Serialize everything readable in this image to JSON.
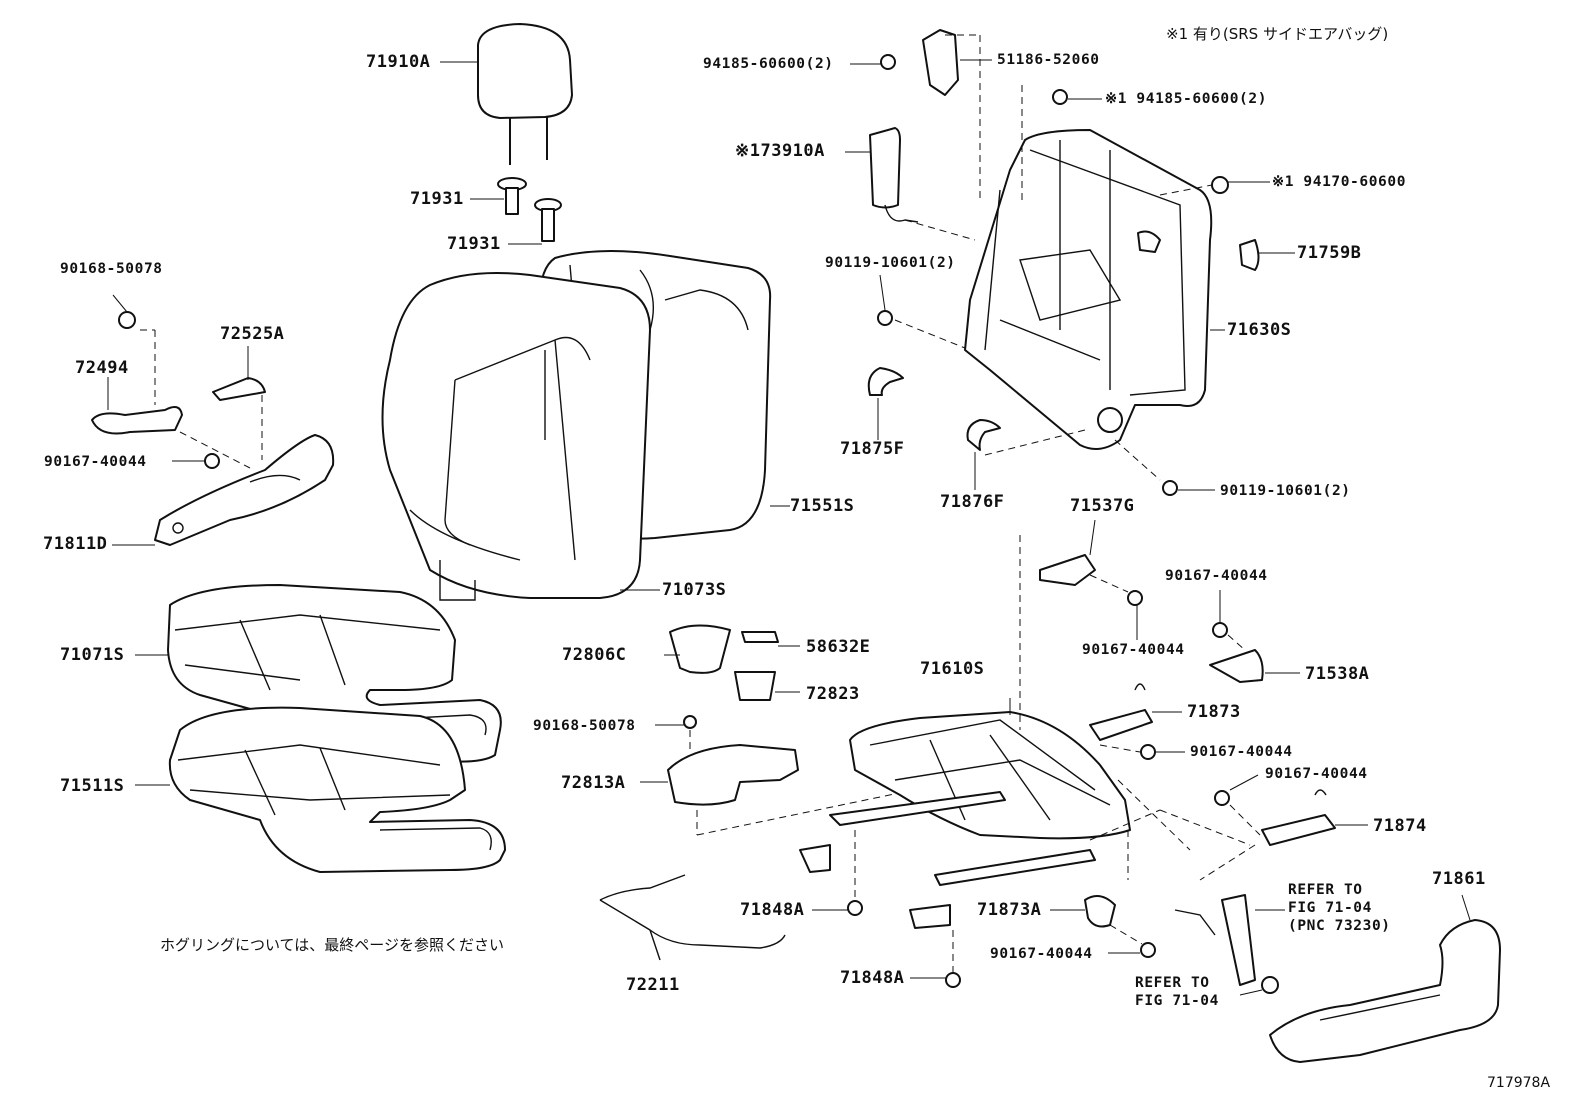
{
  "note_top": "※1 有り(SRS サイドエアバッグ)",
  "note_bottom": "ホグリングについては、最終ページを参照ください",
  "figure_id": "717978A",
  "labels": {
    "p71910A": "71910A",
    "p71931a": "71931",
    "p71931b": "71931",
    "p90168_50078a": "90168-50078",
    "p72525A": "72525A",
    "p72494": "72494",
    "p90167_40044a": "90167-40044",
    "p71811D": "71811D",
    "p71071S": "71071S",
    "p71511S": "71511S",
    "p71551S": "71551S",
    "p71073S": "71073S",
    "p94185_60600a": "94185-60600(2)",
    "p51186_52060": "51186-52060",
    "p94185_60600b": "※1 94185-60600(2)",
    "p73910A": "※173910A",
    "p94170_60600": "※1 94170-60600",
    "p90119_10601a": "90119-10601(2)",
    "p71759B": "71759B",
    "p71630S": "71630S",
    "p71875F": "71875F",
    "p71876F": "71876F",
    "p90119_10601b": "90119-10601(2)",
    "p71537G": "71537G",
    "p90167_40044b": "90167-40044",
    "p90167_40044c": "90167-40044",
    "p71538A": "71538A",
    "p72806C": "72806C",
    "p58632E": "58632E",
    "p72823": "72823",
    "p90168_50078b": "90168-50078",
    "p72813A": "72813A",
    "p71610S": "71610S",
    "p71873": "71873",
    "p90167_40044d": "90167-40044",
    "p90167_40044e": "90167-40044",
    "p71874": "71874",
    "p71861": "71861",
    "p71848Aa": "71848A",
    "p71848Ab": "71848A",
    "p71873A": "71873A",
    "p90167_40044f": "90167-40044",
    "p72211": "72211"
  },
  "refer_a": [
    "REFER TO",
    "FIG 71-04",
    "(PNC 73230)"
  ],
  "refer_b": [
    "REFER TO",
    "FIG 71-04"
  ]
}
